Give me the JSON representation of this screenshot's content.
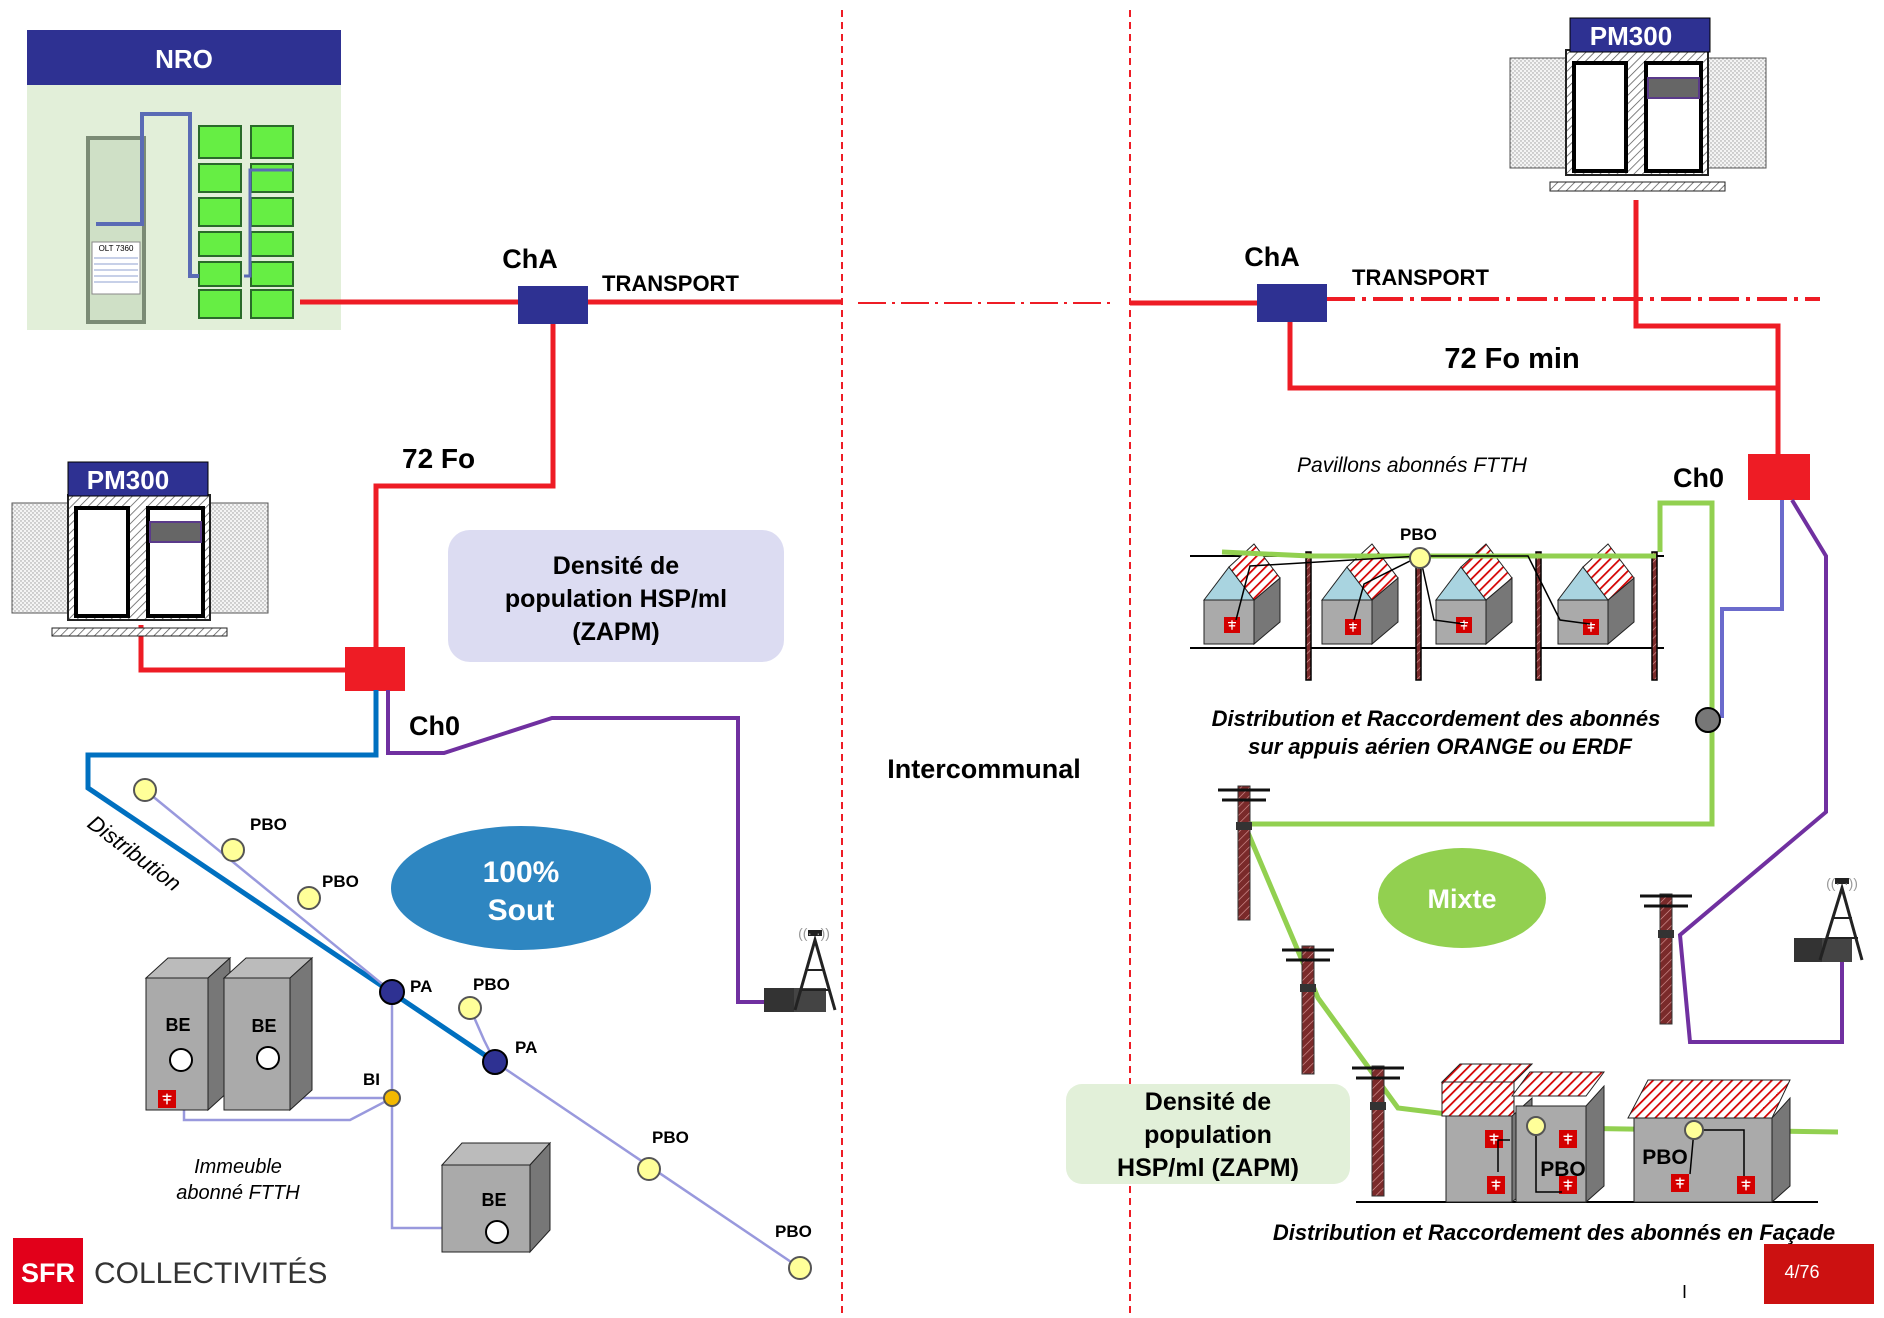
{
  "labels": {
    "nro": "NRO",
    "olt": "OLT 7360",
    "pm300_left": "PM300",
    "pm300_right": "PM300",
    "cha_left": "ChA",
    "cha_right": "ChA",
    "transport_left": "TRANSPORT",
    "transport_right": "TRANSPORT",
    "fo72": "72 Fo",
    "fo72min": "72 Fo min",
    "ch0_left": "Ch0",
    "ch0_right": "Ch0",
    "density_left_1": "Densité de",
    "density_left_2": "population HSP/ml",
    "density_left_3": "(ZAPM)",
    "density_right_1": "Densité de",
    "density_right_2": "population",
    "density_right_3": "HSP/ml (ZAPM)",
    "sout_1": "100%",
    "sout_2": "Sout",
    "mixte": "Mixte",
    "intercommunal": "Intercommunal",
    "distribution": "Distribution",
    "pbo": "PBO",
    "pa": "PA",
    "bi": "BI",
    "be": "BE",
    "immeuble_1": "Immeuble",
    "immeuble_2": "abonné FTTH",
    "pavillons": "Pavillons abonnés FTTH",
    "aerien_1": "Distribution et Raccordement des abonnés",
    "aerien_2": "sur appuis aérien ORANGE ou ERDF",
    "facade": "Distribution et Raccordement des abonnés en Façade",
    "logo_sfr": "SFR",
    "logo_text": "COLLECTIVITÉS",
    "page_number": "4/76",
    "footer_mark": "I"
  },
  "colors": {
    "red": "#ee1c25",
    "navy": "#2e3192",
    "blue": "#0070c0",
    "purple": "#7030a0",
    "green": "#92d050",
    "lavender": "#9999dd",
    "pbo_fill": "#ffff99",
    "sout_bubble": "#2e86c1",
    "mixte_bubble": "#92d050",
    "density_left_bg": "#dcdcf2",
    "density_right_bg": "#e2f0d9",
    "nro_bg": "#e2efd9",
    "nro_header": "#2e3192",
    "page_badge": "#cc1111"
  }
}
